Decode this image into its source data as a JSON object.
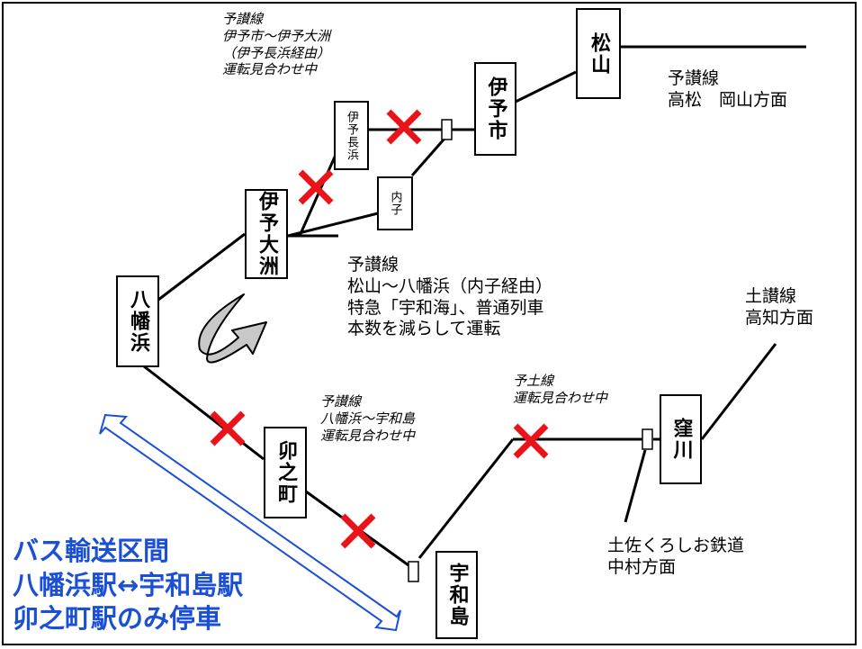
{
  "stations": {
    "matsuyama": "松山",
    "iyoshi": "伊予市",
    "iyonagahama": "伊予長浜",
    "uchiko": "内子",
    "iyoozu": "伊予大洲",
    "yawatahama": "八幡浜",
    "unomachi": "卯之町",
    "uwajima": "宇和島",
    "kubokawa": "窪川"
  },
  "notes": {
    "yosan_nagahama": [
      "予讃線",
      "伊予市～伊予大洲",
      "（伊予長浜経由）",
      "運転見合わせ中"
    ],
    "yosan_takamatsu": [
      "予讃線",
      "高松　岡山方面"
    ],
    "yosan_uchiko": [
      "予讃線",
      "松山～八幡浜（内子経由）",
      "特急「宇和海」、普通列車",
      "本数を減らして運転"
    ],
    "yosan_uwajima": [
      "予讃線",
      "八幡浜～宇和島",
      "運転見合わせ中"
    ],
    "yodo": [
      "予土線",
      "運転見合わせ中"
    ],
    "dosan": [
      "土讃線",
      "高知方面"
    ],
    "tosa_kuroshio": [
      "土佐くろしお鉄道",
      "中村方面"
    ]
  },
  "bus": [
    "バス輸送区間",
    "八幡浜駅↔宇和島駅",
    "卯之町駅のみ停車"
  ],
  "colors": {
    "cross": "#e8141a",
    "bus_text": "#1a4fd6",
    "bus_arrow": "#1a4fd6",
    "line": "#000000",
    "curve_arrow_fill": "#c8c8c8"
  }
}
